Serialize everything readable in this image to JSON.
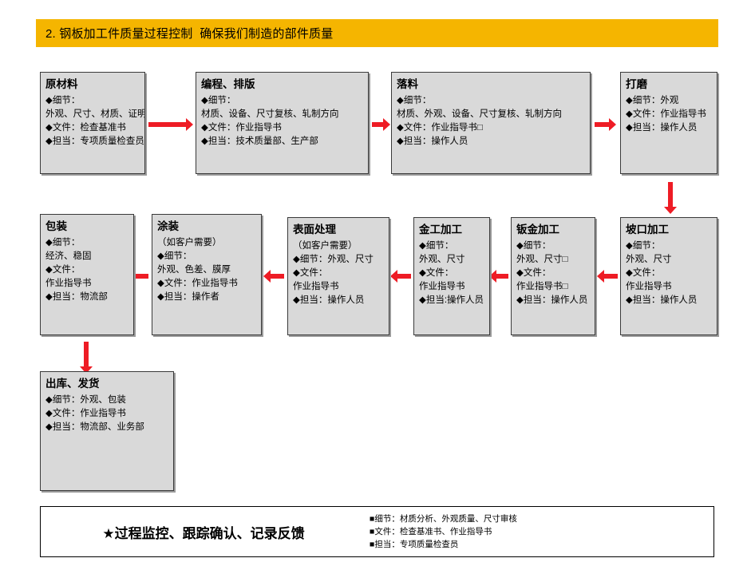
{
  "header": {
    "number": "2.",
    "title": "2. 钢板加工件质量过程控制  确保我们制造的部件质量",
    "bg_color": "#f5b500"
  },
  "theme": {
    "box_fill": "#d9d9d9",
    "box_border": "#3a3a3a",
    "arrow_color": "#ee1c25",
    "footer_border": "#000000"
  },
  "flow_row1": [
    {
      "name": "原材料",
      "lines": [
        "◆细节：",
        "外观、尺寸、材质、证明",
        "◆文件：检查基准书",
        "◆担当：专项质量检查员"
      ]
    },
    {
      "name": "编程、排版",
      "lines": [
        "◆细节：",
        "材质、设备、尺寸复核、轧制方向",
        "◆文件：作业指导书",
        "◆担当：技术质量部、生产部"
      ]
    },
    {
      "name": "落料",
      "lines": [
        "◆细节：",
        "材质、外观、设备、尺寸复核、轧制方向",
        "◆文件：作业指导书□",
        "◆担当：操作人员"
      ]
    },
    {
      "name": "打磨",
      "lines": [
        "◆细节：外观",
        "◆文件：作业指导书",
        "◆担当：操作人员"
      ]
    }
  ],
  "flow_row2": [
    {
      "name": "包装",
      "lines": [
        "◆细节：",
        "经济、稳固",
        "◆文件：",
        "作业指导书",
        "◆担当：物流部"
      ]
    },
    {
      "name": "涂装",
      "lines": [
        "（如客户需要）",
        "◆细节：",
        "外观、色差、膜厚",
        "◆文件：作业指导书",
        "◆担当：操作者"
      ]
    },
    {
      "name": "表面处理",
      "lines": [
        "（如客户需要）",
        "◆细节：外观、尺寸",
        "◆文件：",
        "作业指导书",
        "◆担当：操作人员"
      ]
    },
    {
      "name": "金工加工",
      "lines": [
        "◆细节：",
        "外观、尺寸",
        "◆文件：",
        "作业指导书",
        "◆担当:操作人员"
      ]
    },
    {
      "name": "钣金加工",
      "lines": [
        "◆细节：",
        "外观、尺寸□",
        "◆文件：",
        "作业指导书□",
        "◆担当：操作人员"
      ]
    },
    {
      "name": "坡口加工",
      "lines": [
        "◆细节：",
        "外观、尺寸",
        "◆文件：",
        "作业指导书",
        "◆担当：操作人员"
      ]
    }
  ],
  "flow_row3": [
    {
      "name": "出库、发货",
      "lines": [
        "◆细节：外观、包装",
        "◆文件：作业指导书",
        "◆担当：物流部、业务部"
      ]
    }
  ],
  "footer": {
    "title": "★过程监控、跟踪确认、记录反馈",
    "details": [
      "■细节：材质分析、外观质量、尺寸审核",
      "■文件：检查基准书、作业指导书",
      "■担当：专项质量检查员"
    ]
  }
}
